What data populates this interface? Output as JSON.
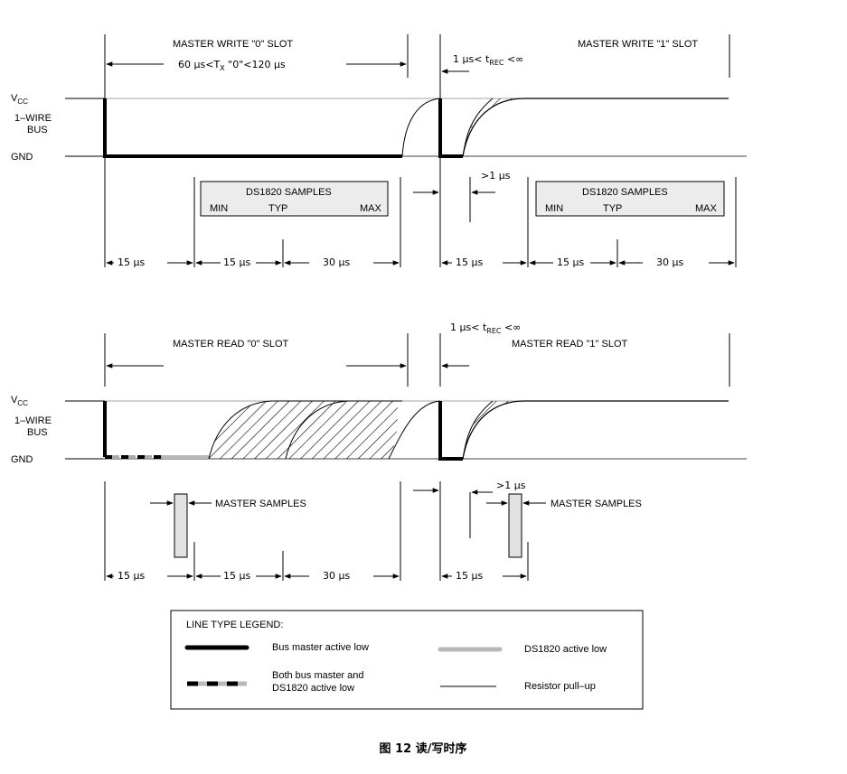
{
  "labels": {
    "vcc": "V",
    "vcc_sub": "CC",
    "wire1": "1–WIRE",
    "wire2": "BUS",
    "gnd": "GND"
  },
  "write_section": {
    "slot0_title": "MASTER WRITE \"0\" SLOT",
    "slot0_timing_pre": "60 µs<T",
    "slot0_timing_sub": "X",
    "slot0_timing_post": " \"0\"<120 µs",
    "rec_pre": "1 µs< t",
    "rec_sub": "REC",
    "rec_post": " <∞",
    "slot1_title": "MASTER WRITE \"1\" SLOT",
    "samples_label": "DS1820 SAMPLES",
    "min": "MIN",
    "typ": "TYP",
    "max": "MAX",
    "gt1us": ">1 µs",
    "t15": "15 µs",
    "t30": "30 µs"
  },
  "read_section": {
    "slot0_title": "MASTER READ \"0\" SLOT",
    "rec_pre": "1 µs< t",
    "rec_sub": "REC",
    "rec_post": " <∞",
    "slot1_title": "MASTER READ \"1\" SLOT",
    "master_samples": "MASTER SAMPLES",
    "gt1us": ">1 µs",
    "t15": "15 µs",
    "t30": "30 µs"
  },
  "legend": {
    "title": "LINE TYPE LEGEND:",
    "bus_master": "Bus master active low",
    "ds_active": "DS1820 active low",
    "both_line1": "Both bus master and",
    "both_line2": "DS1820 active low",
    "pullup": "Resistor pull–up"
  },
  "caption": "图 12 读/写时序"
}
